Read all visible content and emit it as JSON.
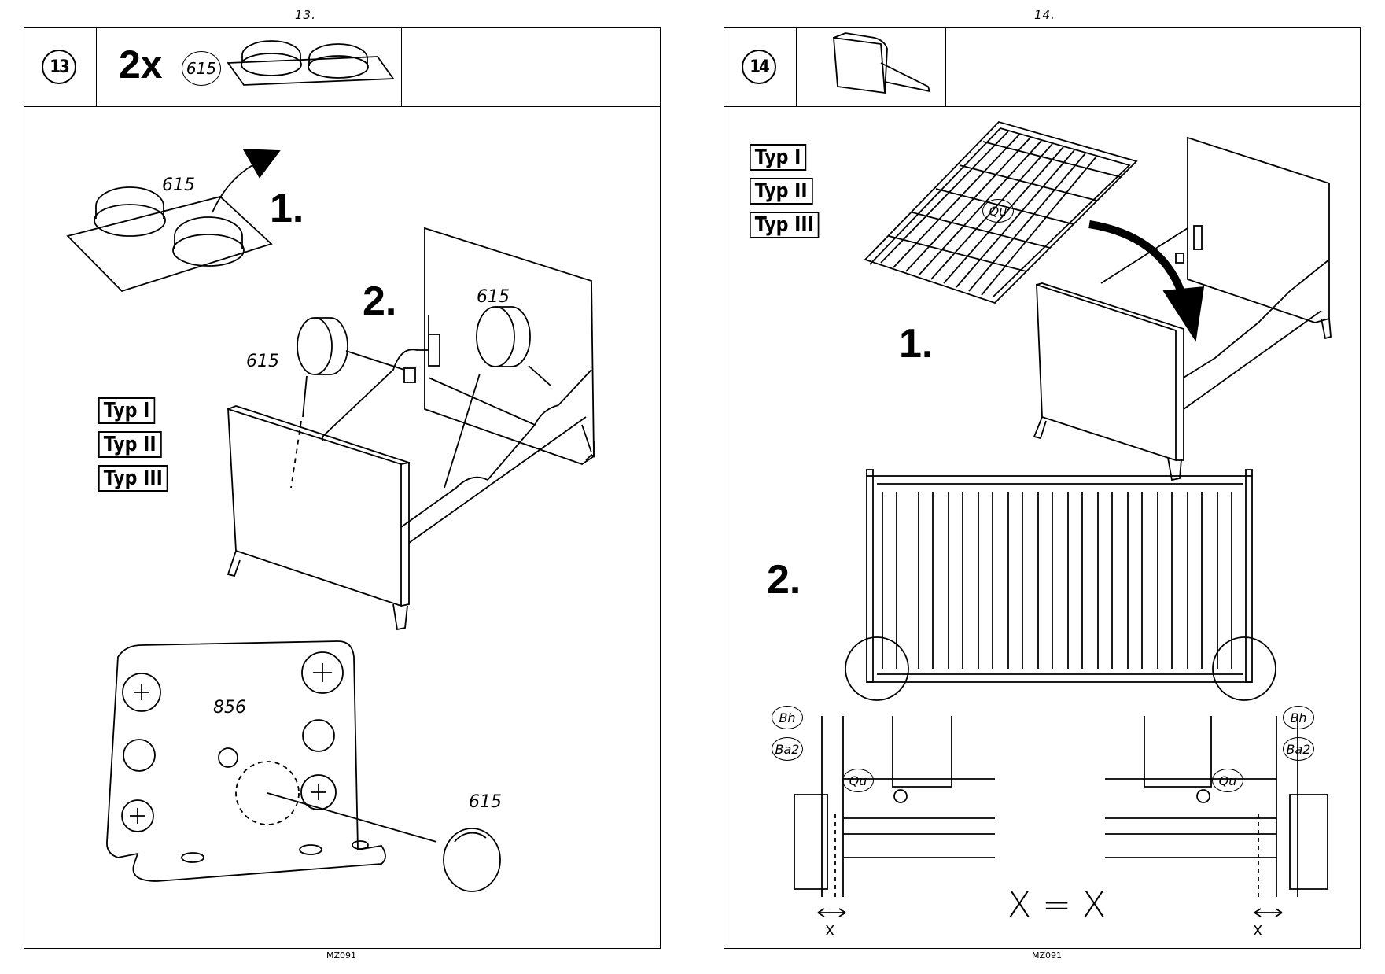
{
  "left_page": {
    "page_number": "13.",
    "step_number": "13",
    "quantity": "2x",
    "part_code": "615",
    "types": [
      "Typ I",
      "Typ II",
      "Typ III"
    ],
    "step1": "1.",
    "step2": "2.",
    "part_labels": [
      "615",
      "615",
      "615",
      "856",
      "615"
    ],
    "footer": "MZ091"
  },
  "right_page": {
    "page_number": "14.",
    "step_number": "14",
    "types": [
      "Typ I",
      "Typ II",
      "Typ III"
    ],
    "step1": "1.",
    "step2": "2.",
    "slat_label": "Qu",
    "detail_labels": {
      "bh": "Bh",
      "ba2": "Ba2",
      "qu": "Qu"
    },
    "equation": "X = X",
    "x_mark": "X",
    "footer": "MZ091"
  }
}
